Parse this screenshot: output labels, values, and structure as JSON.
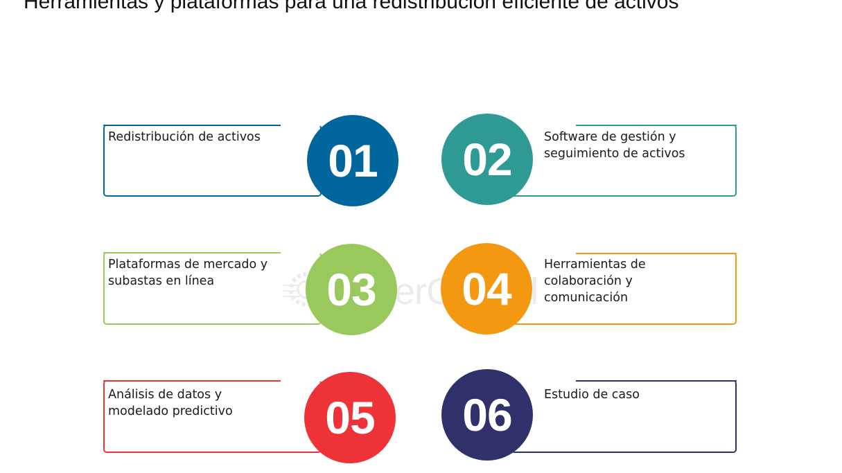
{
  "title": "Herramientas y plataformas para una redistribución eficiente de activos",
  "watermark": "FasterCapital",
  "items": [
    {
      "number": "01",
      "label": "Redistribución de activos",
      "color": "#00669b"
    },
    {
      "number": "02",
      "label": "Software de gestión y seguimiento de activos",
      "color": "#2e9a93"
    },
    {
      "number": "03",
      "label": "Plataformas de mercado y subastas en línea",
      "color": "#99c85d"
    },
    {
      "number": "04",
      "label": "Herramientas de colaboración y comunicación",
      "color": "#f49711"
    },
    {
      "number": "05",
      "label": "Análisis de datos y modelado predictivo",
      "color": "#ee3338"
    },
    {
      "number": "06",
      "label": "Estudio de caso",
      "color": "#30306a"
    }
  ]
}
